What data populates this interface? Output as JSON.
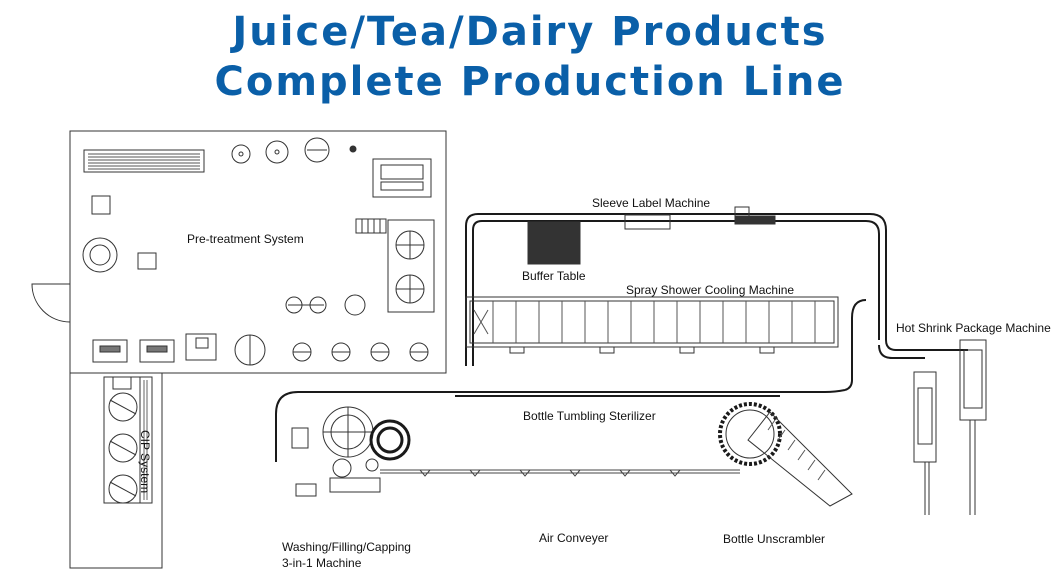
{
  "title": {
    "line1": "Juice/Tea/Dairy Products",
    "line2": "Complete Production Line"
  },
  "labels": {
    "pretreatment": "Pre-treatment System",
    "sleeve_label": "Sleeve Label Machine",
    "buffer_table": "Buffer Table",
    "spray_cooling": "Spray Shower Cooling Machine",
    "hot_shrink": "Hot Shrink Package Machine",
    "tumbling": "Bottle Tumbling Sterilizer",
    "cip": "CIP System",
    "washing_line1": "Washing/Filling/Capping",
    "washing_line2": "3-in-1 Machine",
    "air_conveyer": "Air Conveyer",
    "unscrambler": "Bottle Unscrambler"
  },
  "colors": {
    "title": "#0a5fa8",
    "line": "#333333",
    "conveyor": "#1a1a1a"
  }
}
